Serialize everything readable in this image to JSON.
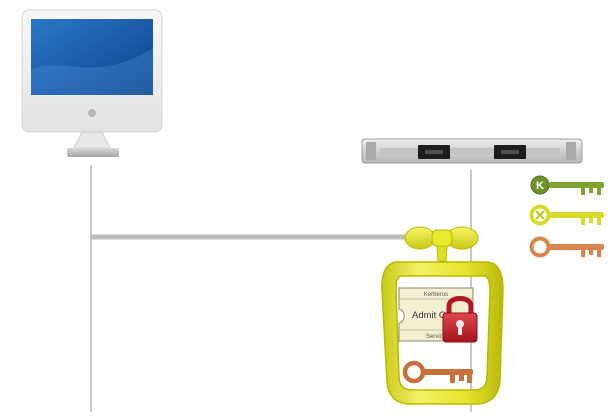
{
  "ticket": {
    "top_label": "Kerberos",
    "main_label": "Admit One",
    "bottom_label": "Service"
  },
  "legend": {
    "items": [
      {
        "icon": "kerberos-master-key-icon",
        "badge": "K",
        "color": "#7fa12e"
      },
      {
        "icon": "sparkle-key-icon",
        "badge": "",
        "color": "#d7d92b"
      },
      {
        "icon": "plain-key-icon",
        "badge": "",
        "color": "#d9844b"
      }
    ]
  },
  "colors": {
    "ticket_bag": "#dfe02a",
    "bag_outline": "#b9b900",
    "lock": "#c8232c",
    "session_key": "#c86f3a",
    "connection_line": "#c8c8c8"
  }
}
